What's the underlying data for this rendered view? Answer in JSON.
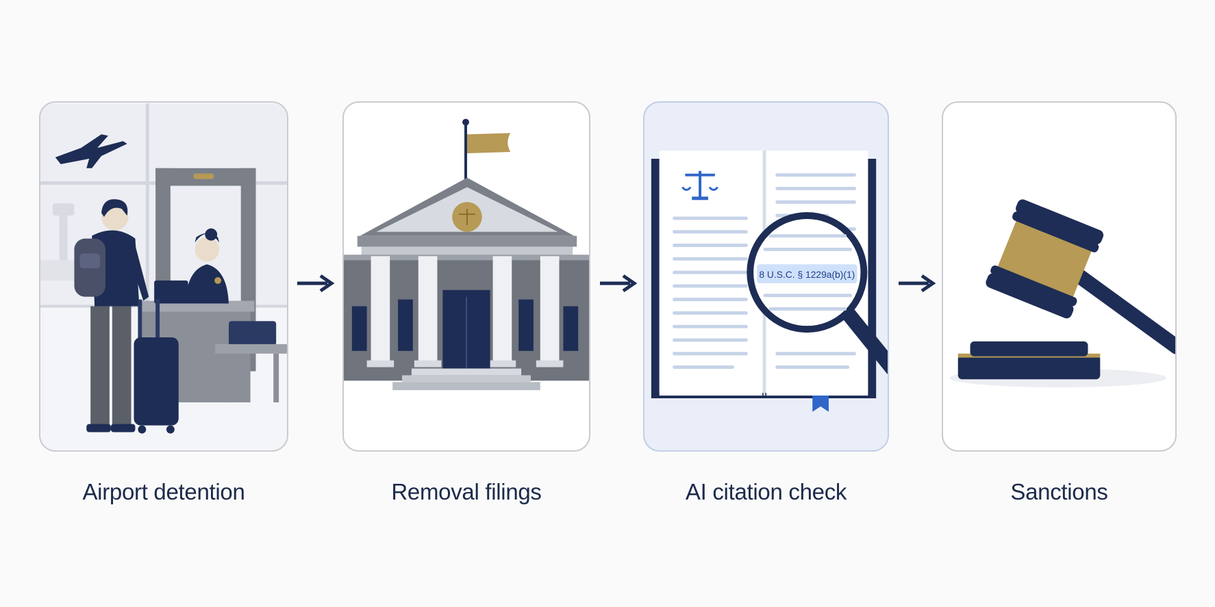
{
  "steps": [
    {
      "label": "Airport detention",
      "icon": "airport-security-icon"
    },
    {
      "label": "Removal filings",
      "icon": "courthouse-icon"
    },
    {
      "label": "AI citation check",
      "icon": "magnifier-book-icon",
      "citation": "8 U.S.C. § 1229a(b)(1)"
    },
    {
      "label": "Sanctions",
      "icon": "gavel-icon"
    }
  ],
  "colors": {
    "navy": "#1e2d55",
    "gray": "#6f747d",
    "gold": "#b69a55",
    "accent_blue": "#2f66c8",
    "highlight": "#cfe0fb",
    "label_text": "#1c2a4a"
  }
}
